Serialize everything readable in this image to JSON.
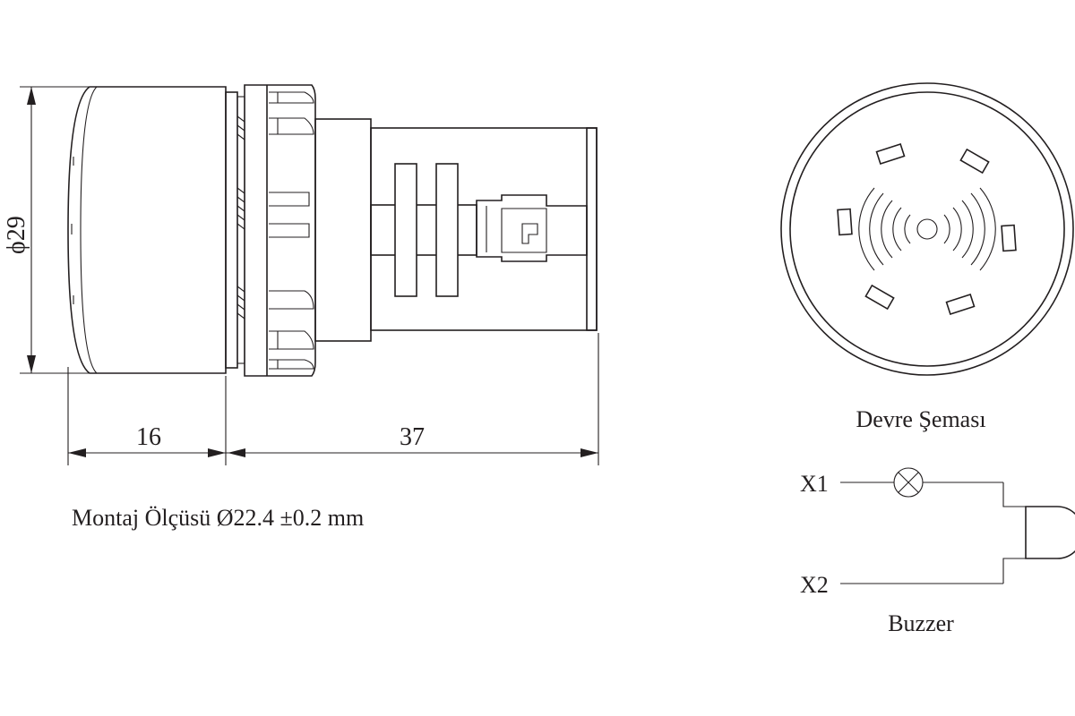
{
  "dimensions": {
    "diameter": "ϕ29",
    "front_length": "16",
    "body_length": "37"
  },
  "mounting": {
    "text": "Montaj Ölçüsü Ø22.4 ±0.2 mm"
  },
  "schematic": {
    "title": "Devre Şeması",
    "terminal_1": "X1",
    "terminal_2": "X2",
    "caption": "Buzzer"
  }
}
